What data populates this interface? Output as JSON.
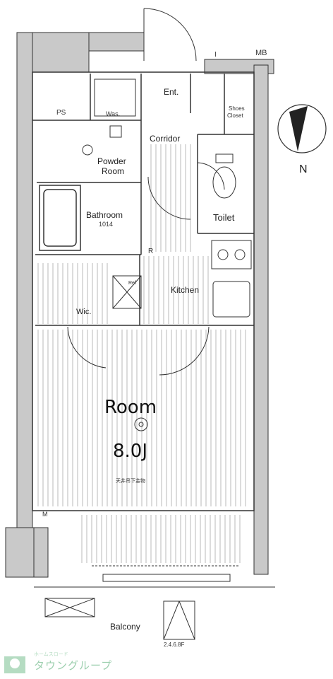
{
  "rooms": {
    "room_label": "Room",
    "room_size": "8.0J",
    "kitchen": "Kitchen",
    "bathroom": "Bathroom",
    "bathroom_size": "1014",
    "powder_room_line1": "Powder",
    "powder_room_line2": "Room",
    "toilet": "Toilet",
    "corridor": "Corridor",
    "entrance": "Ent.",
    "shoes_closet_line1": "Shoes",
    "shoes_closet_line2": "Closet",
    "wic": "Wic.",
    "was": "Was.",
    "ps": "PS",
    "mb": "MB",
    "balcony": "Balcony",
    "balcony_note": "2.4.6.8F",
    "ceiling_note": "天井吊下金物",
    "ref": "Ref",
    "r_mark": "R",
    "m_mark": "M",
    "i_mark": "I"
  },
  "compass": {
    "label": "N"
  },
  "logo": {
    "text": "タウングループ",
    "sub": "ホームスロード"
  },
  "colors": {
    "wall": "#c9c9c9",
    "line": "#333333",
    "floor_stripe": "#9a9a9a",
    "logo": "#9ccfae"
  }
}
